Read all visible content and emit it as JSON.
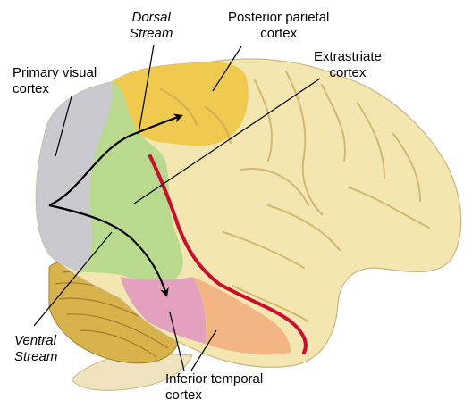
{
  "labels": {
    "dorsal_stream": {
      "line1": "Dorsal",
      "line2": "Stream"
    },
    "posterior_parietal": {
      "line1": "Posterior parietal",
      "line2": "cortex"
    },
    "primary_visual": {
      "line1": "Primary visual",
      "line2": "cortex"
    },
    "extrastriate": {
      "line1": "Extrastriate",
      "line2": "cortex"
    },
    "ventral_stream": {
      "line1": "Ventral",
      "line2": "Stream"
    },
    "inferior_temporal": {
      "line1": "Inferior temporal",
      "line2": "cortex"
    }
  },
  "colors": {
    "brain_base": "#f3e6b0",
    "brain_shadow": "#d9c486",
    "primary_visual": "#c9c9cf",
    "extrastriate": "#b9d98f",
    "posterior_parietal": "#f0c94f",
    "inferior_temporal_pink": "#e3a0bf",
    "inferior_temporal_orange": "#f2b583",
    "boundary": "#c8102e",
    "cerebellum": "#d8b24a",
    "brainstem": "#efe3c0"
  }
}
